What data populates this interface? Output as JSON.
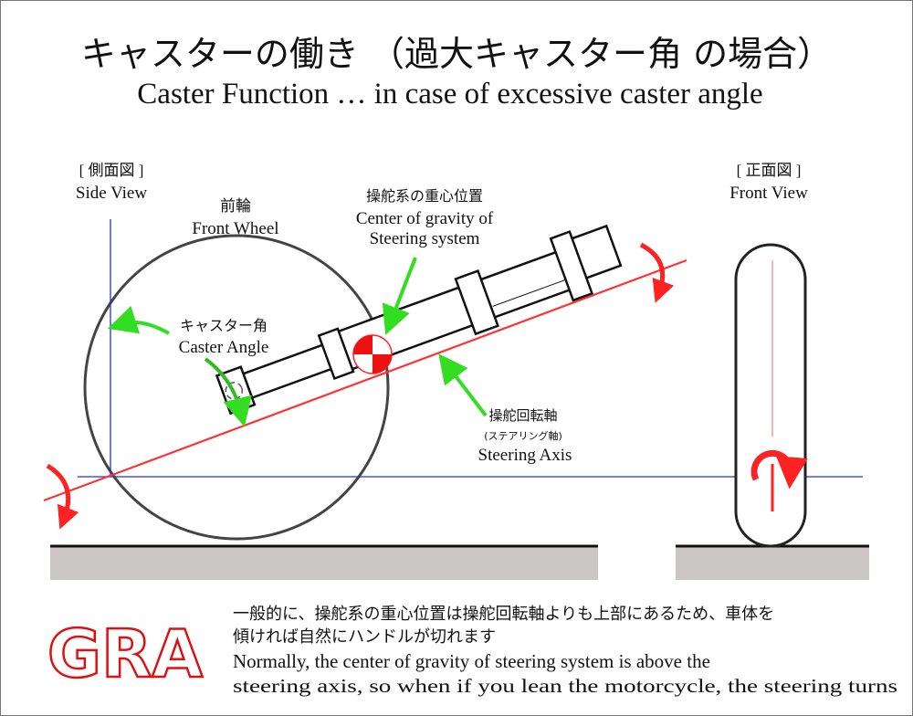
{
  "title": {
    "jp": "キャスターの働き （過大キャスター角 の場合）",
    "en": "Caster Function … in case of excessive caster angle"
  },
  "side_view": {
    "jp": "[ 側面図 ]",
    "en": "Side View"
  },
  "front_view": {
    "jp": "[ 正面図 ]",
    "en": "Front View"
  },
  "front_wheel": {
    "jp": "前輪",
    "en": "Front Wheel"
  },
  "center_of_gravity": {
    "jp": "操舵系の重心位置",
    "en_line1": "Center of gravity of",
    "en_line2": "Steering system"
  },
  "caster_angle": {
    "jp": "キャスター角",
    "en": "Caster Angle"
  },
  "steering_axis": {
    "jp": "操舵回転軸",
    "jp_sub": "(ステアリング軸)",
    "en": "Steering Axis"
  },
  "logo": "GRA",
  "description": {
    "jp_line1": "一般的に、操舵系の重心位置は操舵回転軸よりも上部にあるため、車体を",
    "jp_line2": "傾ければ自然にハンドルが切れます",
    "en_line1": "Normally, the center of gravity of steering system is above the",
    "en_line2": "steering axis, so when if you lean the motorcycle, the steering turns"
  },
  "colors": {
    "axis": "#ff3333",
    "reference": "#2233cc",
    "pointer": "#33dd22",
    "ground": "#cbc6c6",
    "logo": "#dd1111"
  }
}
